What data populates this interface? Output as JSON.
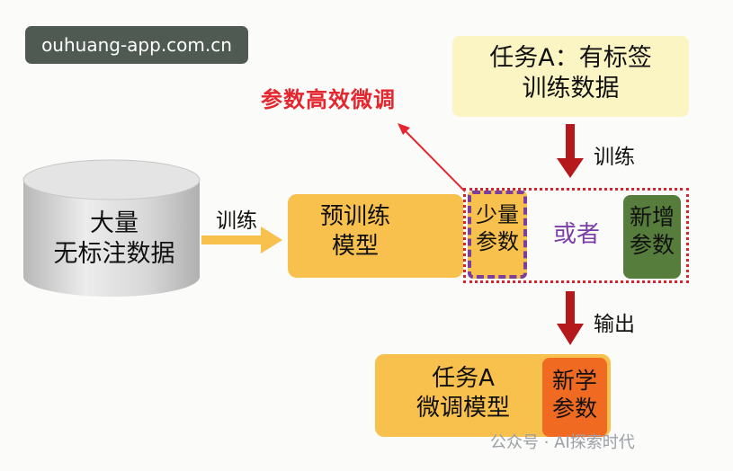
{
  "watermark": {
    "url": "ouhuang-app.com.cn",
    "wechat": "公众号 · AI探索时代"
  },
  "nodes": {
    "big_data": {
      "line1": "大量",
      "line2": "无标注数据"
    },
    "pretrained": {
      "line1": "预训练",
      "line2": "模型"
    },
    "few_params": {
      "line1": "少量",
      "line2": "参数"
    },
    "or": "或者",
    "new_params": {
      "line1": "新增",
      "line2": "参数"
    },
    "task_data": {
      "line1": "任务A：有标签",
      "line2": "训练数据"
    },
    "output_model": {
      "line1": "任务A",
      "line2": "微调模型"
    },
    "new_learned": {
      "line1": "新学",
      "line2": "参数"
    }
  },
  "edges": {
    "train_left": "训练",
    "train_down": "训练",
    "output": "输出"
  },
  "peft_title": "参数高效微调",
  "colors": {
    "orange_box": "#f8c04c",
    "purple_dash": "#7b3e9a",
    "green_box": "#567d3c",
    "red_dot": "#d9232c",
    "dark_red_arrow": "#b5191c",
    "light_yellow": "#fbf5c4",
    "orange_new": "#f06a21"
  }
}
